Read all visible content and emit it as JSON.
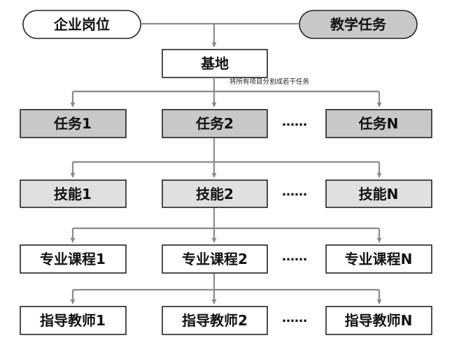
{
  "top": {
    "left_label": "企业岗位",
    "right_label": "教学任务"
  },
  "base": {
    "label": "基地",
    "note": "将所有项目分割成若干任务"
  },
  "ellipsis": "……",
  "rows": [
    {
      "id": "task",
      "fill": "#c8c8c8",
      "labels": [
        "任务1",
        "任务2",
        "任务N"
      ]
    },
    {
      "id": "skill",
      "fill": "#e0e0e0",
      "labels": [
        "技能1",
        "技能2",
        "技能N"
      ]
    },
    {
      "id": "course",
      "fill": "#ffffff",
      "labels": [
        "专业课程1",
        "专业课程2",
        "专业课程N"
      ]
    },
    {
      "id": "teacher",
      "fill": "#ffffff",
      "labels": [
        "指导教师1",
        "指导教师2",
        "指导教师N"
      ]
    }
  ],
  "colors": {
    "connector": "#8a8a8a",
    "border": "#222222",
    "right_pill": "#c8c8c8",
    "left_pill": "#ffffff"
  }
}
